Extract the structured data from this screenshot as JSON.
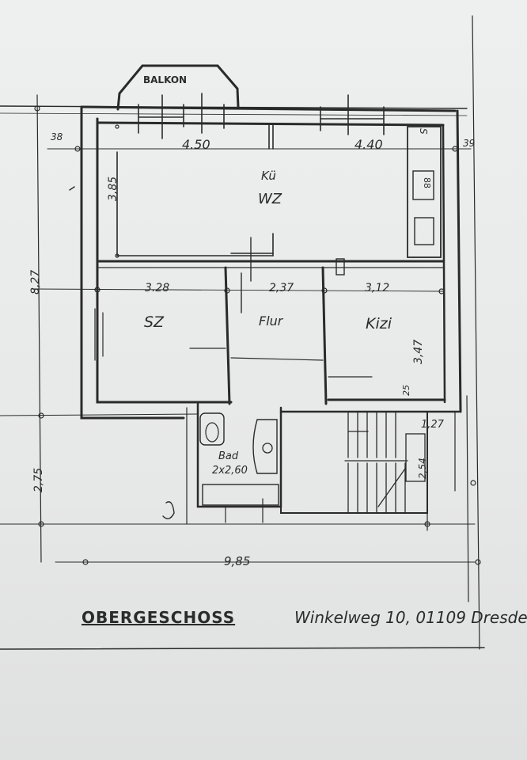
{
  "plan": {
    "balcony": "BALKON",
    "rooms": {
      "living": [
        "Kü",
        "WZ"
      ],
      "bedroom": "SZ",
      "hall": "Flur",
      "kids": "Kizi",
      "bath": [
        "Bad",
        "2x2,60"
      ]
    },
    "kitchen_marks": {
      "sink": "S",
      "stove": "88"
    },
    "dimensions": {
      "top_left": "4.50",
      "top_right": "4.40",
      "left_margin": "38",
      "right_margin": "39",
      "living_depth": "3,85",
      "sz_width": "3.28",
      "hall_width": "2,37",
      "kizi_width": "3,12",
      "kizi_depth": "3,47",
      "wall": "25",
      "stair_width": "1,27",
      "stair_depth": "2,54",
      "total_height": "8,27",
      "lower_height": "2,75",
      "total_width": "9,85"
    },
    "footer": {
      "title": "OBERGESCHOSS",
      "address": "Winkelweg 10, 01109 Dresde"
    }
  }
}
